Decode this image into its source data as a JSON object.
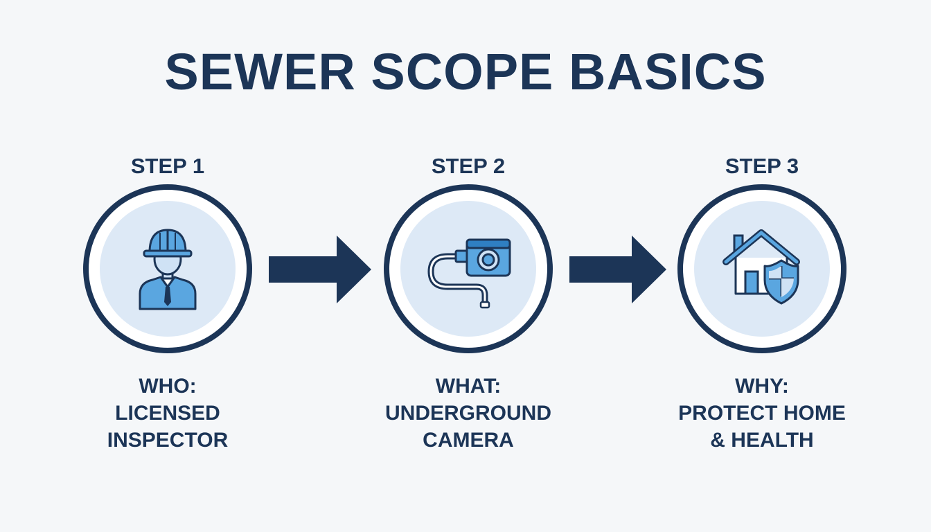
{
  "title": "SEWER SCOPE BASICS",
  "steps": [
    {
      "label": "STEP 1",
      "icon": "inspector-icon",
      "lines": [
        "WHO:",
        "LICENSED",
        "INSPECTOR"
      ]
    },
    {
      "label": "STEP 2",
      "icon": "camera-icon",
      "lines": [
        "WHAT:",
        "UNDERGROUND",
        "CAMERA"
      ]
    },
    {
      "label": "STEP 3",
      "icon": "house-shield-icon",
      "lines": [
        "WHY:",
        "PROTECT HOME",
        "& HEALTH"
      ]
    }
  ],
  "colors": {
    "navy": "#1c3557",
    "light_blue": "#dde9f6",
    "icon_blue": "#5aa6e0",
    "background": "#f5f7f9"
  }
}
